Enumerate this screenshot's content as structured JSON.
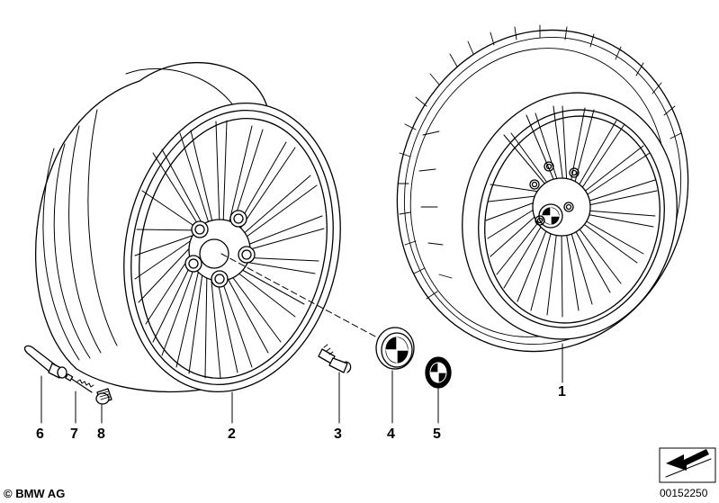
{
  "copyright": "© BMW AG",
  "diagram_id": "00152250",
  "callouts": [
    "6",
    "7",
    "8",
    "2",
    "3",
    "4",
    "5",
    "1"
  ],
  "icons": [
    "complete-wheel-icon",
    "light-alloy-rim-icon",
    "wheel-bolt-icon",
    "hub-cap-icon",
    "emblem-icon",
    "tire-valve-icon",
    "valve-insert-icon",
    "valve-cap-icon",
    "arrow-icon"
  ]
}
